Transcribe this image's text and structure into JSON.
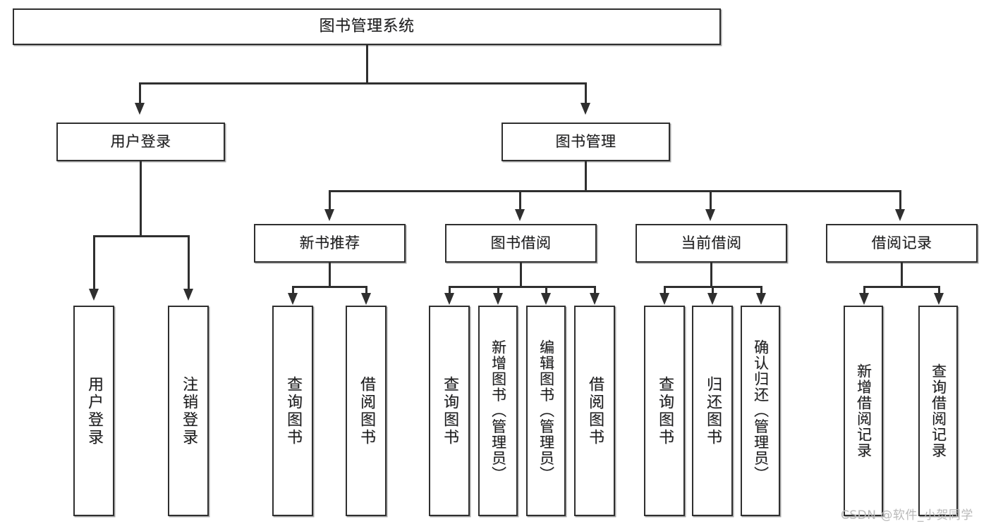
{
  "diagram": {
    "title": "图书管理系统",
    "type": "tree",
    "root": {
      "id": "root",
      "label": "图书管理系统"
    },
    "level2": [
      {
        "id": "user-login",
        "label": "用户登录"
      },
      {
        "id": "book-manage",
        "label": "图书管理"
      }
    ],
    "level3": [
      {
        "id": "new-book-recommend",
        "label": "新书推荐"
      },
      {
        "id": "book-borrow",
        "label": "图书借阅"
      },
      {
        "id": "current-borrow",
        "label": "当前借阅"
      },
      {
        "id": "borrow-record",
        "label": "借阅记录"
      }
    ],
    "leaves": {
      "user_login": [
        {
          "id": "leaf-user-login",
          "label": "用户登录"
        },
        {
          "id": "leaf-logout",
          "label": "注销登录"
        }
      ],
      "new_book_recommend": [
        {
          "id": "leaf-query-book-1",
          "label": "查询图书"
        },
        {
          "id": "leaf-borrow-book-1",
          "label": "借阅图书"
        }
      ],
      "book_borrow": [
        {
          "id": "leaf-query-book-2",
          "label": "查询图书"
        },
        {
          "id": "leaf-add-book",
          "label": "新增图书（管理员）"
        },
        {
          "id": "leaf-edit-book",
          "label": "编辑图书（管理员）"
        },
        {
          "id": "leaf-borrow-book-2",
          "label": "借阅图书"
        }
      ],
      "current_borrow": [
        {
          "id": "leaf-query-book-3",
          "label": "查询图书"
        },
        {
          "id": "leaf-return-book",
          "label": "归还图书"
        },
        {
          "id": "leaf-confirm-return",
          "label": "确认归还（管理员）"
        }
      ],
      "borrow_record": [
        {
          "id": "leaf-add-record",
          "label": "新增借阅记录"
        },
        {
          "id": "leaf-query-record",
          "label": "查询借阅记录"
        }
      ]
    }
  },
  "watermark": {
    "text": "CSDN @软件_小贺同学"
  },
  "colors": {
    "stroke": "#2f2f2f",
    "text": "#1d1d1d",
    "background": "#ffffff",
    "watermark": "#b9b9b9"
  }
}
